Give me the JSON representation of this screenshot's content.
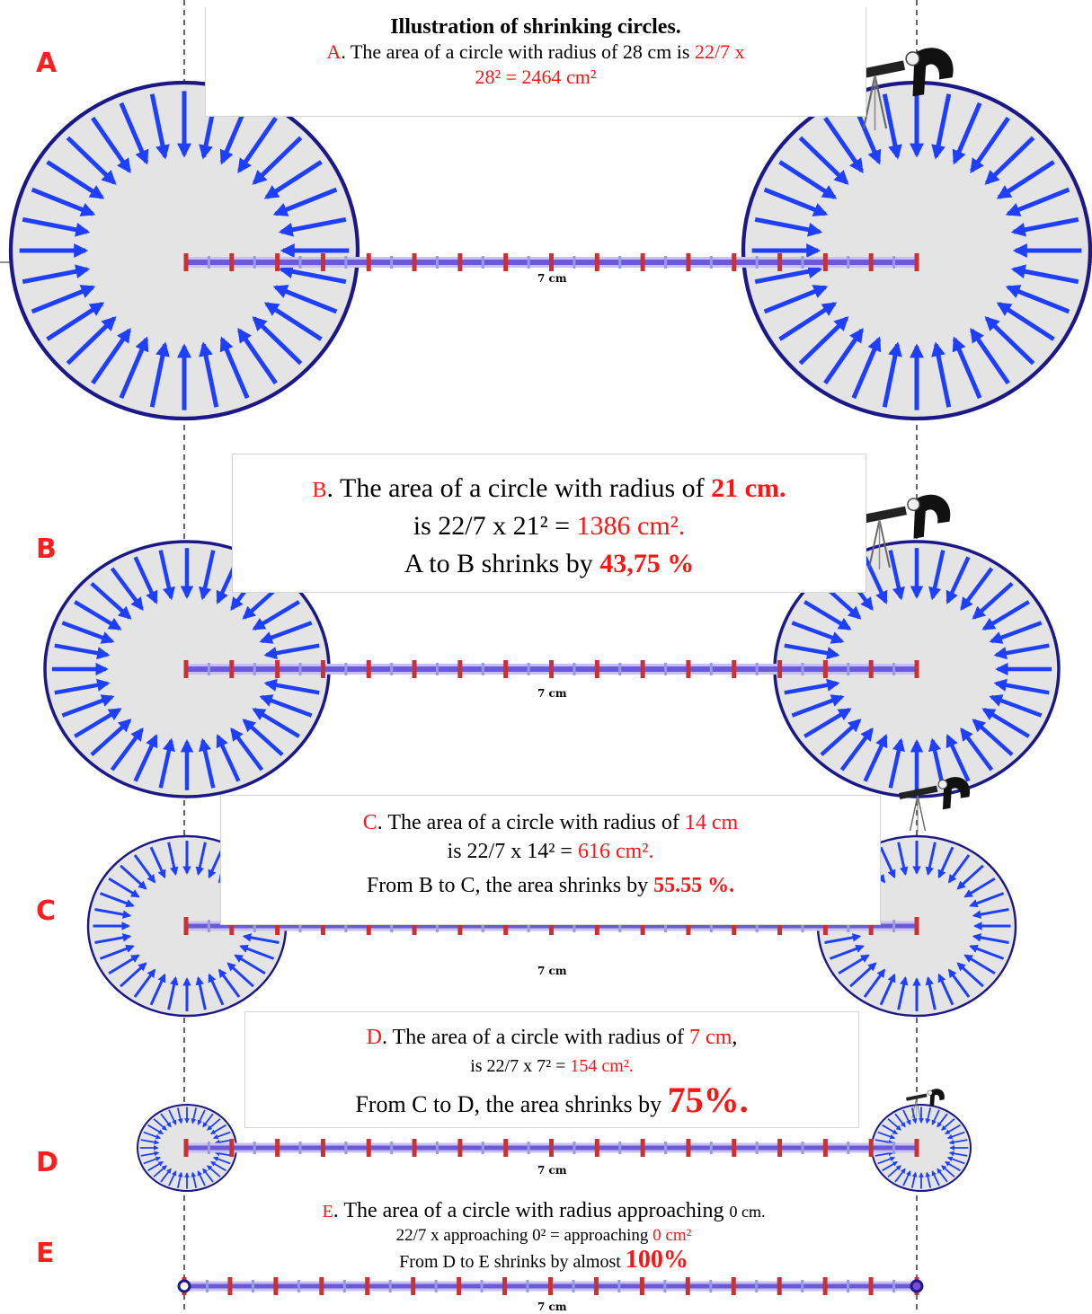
{
  "title": "Illustration of shrinking circles.",
  "ruler_label": "7 cm",
  "colors": {
    "arrow": "#1f3fff",
    "circle_fill": "#e4e4e4",
    "circle_stroke": "#1c1888",
    "ruler_bar": "#6a5ad8",
    "ruler_tick": "#c83232",
    "letter": "#ff1e1e",
    "highlight": "#ff1414"
  },
  "icons": [
    "telescope-observer-icon"
  ],
  "sections": {
    "A": {
      "letter": "A",
      "line1_prefix": "A",
      "line1_text": ". The area of a circle with radius of 28 cm is ",
      "line1_red": "22/7 x",
      "line2_red": "28² = 2464 cm²"
    },
    "B": {
      "letter": "B",
      "line1_prefix": "B",
      "line1_text": ". The area of a circle with radius of ",
      "line1_bold": "21 cm.",
      "line2_text": "is 22/7 x 21² = ",
      "line2_red": "1386 cm².",
      "line3_text": "A to B shrinks by ",
      "line3_bold": "43,75 %"
    },
    "C": {
      "letter": "C",
      "line1_prefix": "C",
      "line1_text": ". The area of a circle with radius of ",
      "line1_red": "14 cm",
      "line2_text": "is 22/7 x 14² = ",
      "line2_red": "616 cm².",
      "line3_text": "From B to C, the area shrinks by ",
      "line3_bold": "55.55 %."
    },
    "D": {
      "letter": "D",
      "line1_prefix": "D",
      "line1_text": ". The area of a circle with radius of ",
      "line1_red": "7 cm",
      "line1_suffix": ",",
      "line2_text": "is 22/7 x 7² = ",
      "line2_red": "154 cm².",
      "line3_text": "From C to D, the area shrinks by ",
      "line3_bold": "75%."
    },
    "E": {
      "letter": "E",
      "line1_prefix": "E",
      "line1_text": ". The area of a circle with radius approaching ",
      "line1_small": "0 cm.",
      "line2_text": "22/7 x approaching  0² = approaching ",
      "line2_red": "0 cm²",
      "line3_text": "From D to E shrinks by almost ",
      "line3_bold": "100%"
    }
  }
}
